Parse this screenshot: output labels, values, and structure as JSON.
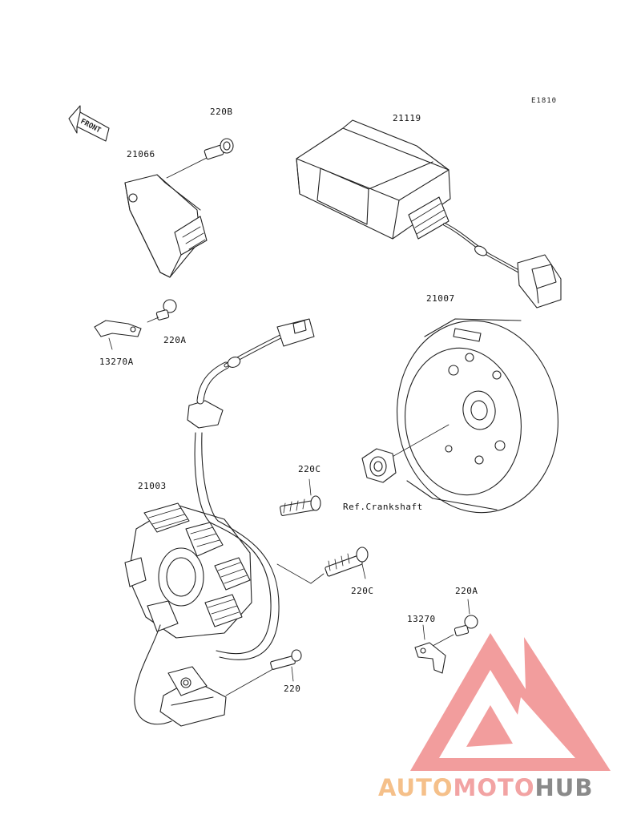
{
  "diagram": {
    "code": "E1810",
    "front_label": "FRONT",
    "parts": {
      "p220B": "220B",
      "p21066": "21066",
      "p21119": "21119",
      "p21007": "21007",
      "p220A_top": "220A",
      "p13270A": "13270A",
      "p21003": "21003",
      "p220C_top": "220C",
      "ref_crankshaft": "Ref.Crankshaft",
      "p220C_mid": "220C",
      "p220A_bottom": "220A",
      "p13270": "13270",
      "p220": "220"
    }
  },
  "watermark": {
    "auto": "AUTO",
    "moto": "MOTO",
    "hub": "HUB",
    "colors": {
      "triangle": "#f08c8c",
      "auto": "#f5c08a",
      "moto": "#f2a3a3",
      "hub": "#8a8a8a"
    }
  }
}
